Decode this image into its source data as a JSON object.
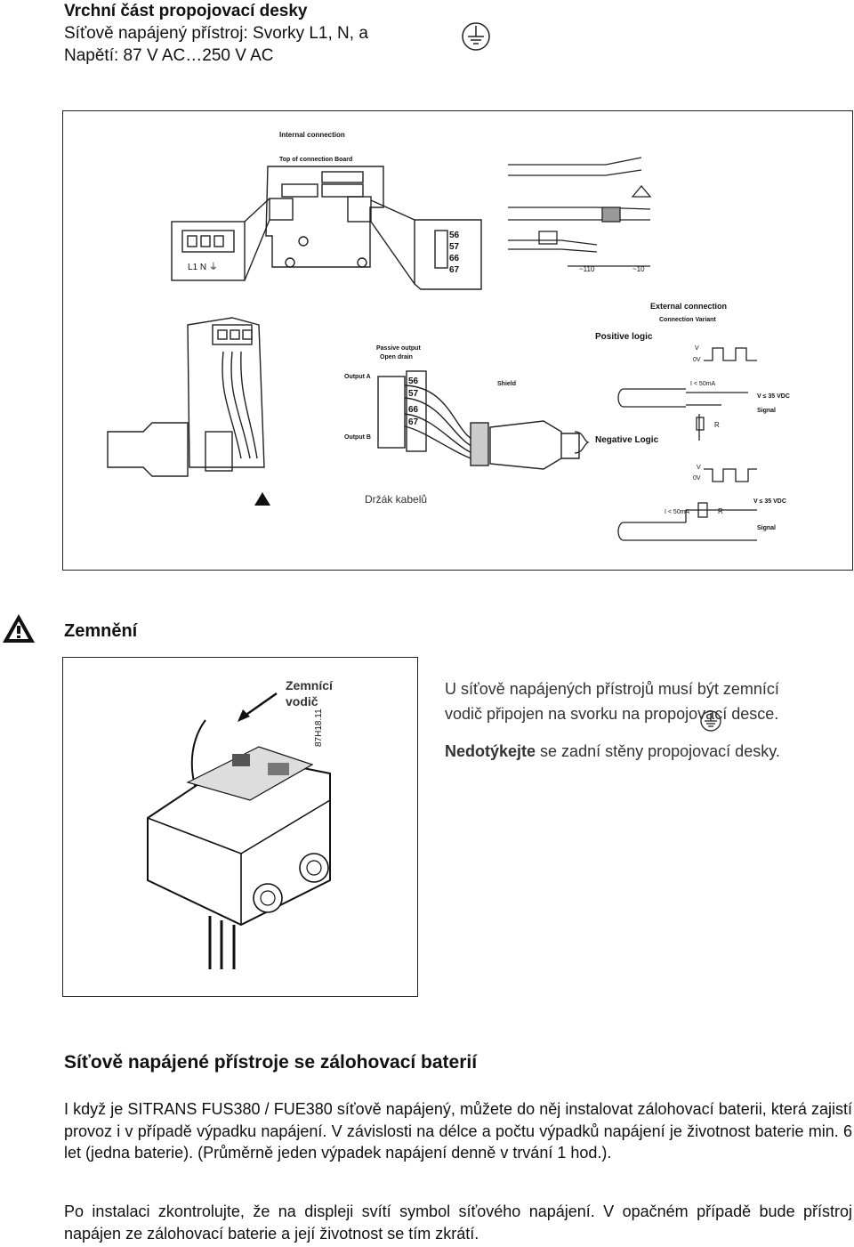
{
  "header": {
    "title": "Vrchní část propojovací desky",
    "line1": "Síťově napájený přístroj: Svorky L1, N, a",
    "line2": "Napětí: 87 V AC…250 V AC"
  },
  "diagram1": {
    "internal_connection": "Internal connection",
    "top_of_board": "Top of connection Board",
    "terminals": [
      "56",
      "57",
      "66",
      "67"
    ],
    "passive_output": "Passive output",
    "open_drain": "Open drain",
    "output_a": "Output A",
    "output_b": "Output B",
    "shield": "Shield",
    "external_connection": "External connection",
    "connection_variant": "Connection Variant",
    "positive_logic": "Positive logic",
    "negative_logic": "Negative Logic",
    "v_label": "V",
    "zero_v": "0V",
    "current_limit": "I < 50mA",
    "voltage_limit": "V ≤ 35 VDC",
    "signal": "Signal",
    "r_label": "R",
    "dim_110": "~110",
    "dim_10": "~10",
    "cable_holder": "Držák kabelů",
    "mains_labels": [
      "L1",
      "N",
      "⏚"
    ]
  },
  "grounding": {
    "title": "Zemnění",
    "wire_label_line1": "Zemnící",
    "wire_label_line2": "vodič",
    "figure_code": "87H18.11",
    "text_line1": "U síťově napájených přístrojů musí být zemnící",
    "text_line2": "vodič připojen na svorku na propojovací desce.",
    "warn_bold": "Nedotýkejte",
    "warn_rest": " se zadní stěny propojovací desky."
  },
  "battery": {
    "title": "Síťově napájené přístroje se zálohovací baterií",
    "para1": "I když je SITRANS FUS380 / FUE380 síťově napájený, můžete do něj instalovat zálohovací baterii, která zajistí provoz i v případě výpadku napájení. V závislosti na délce a počtu výpadků napájení je životnost baterie min. 6 let (jedna baterie). (Průměrně jeden výpadek napájení denně v trvání 1 hod.).",
    "para2": "Po instalaci zkontrolujte, že na displeji svítí symbol síťového napájení. V opačném případě bude přístroj napájen ze zálohovací baterie a její životnost se tím zkrátí."
  }
}
